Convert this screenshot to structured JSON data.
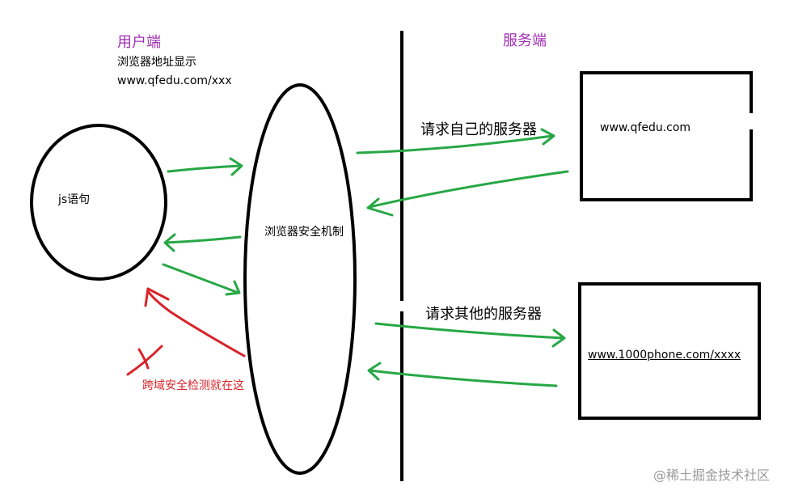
{
  "client": {
    "title": "用户端",
    "address_caption": "浏览器地址显示",
    "address_url": "www.qfedu.com/xxx",
    "js_label": "js语句"
  },
  "browser": {
    "label": "浏览器安全机制"
  },
  "server": {
    "title": "服务端",
    "own_request_label": "请求自己的服务器",
    "own_server_url": "www.qfedu.com",
    "other_request_label": "请求其他的服务器",
    "other_server_url": "www.1000phone.com/xxxx"
  },
  "annotation": {
    "cross_domain_note": "跨域安全检测就在这"
  },
  "watermark": "@稀土掘金技术社区",
  "colors": {
    "arrow_green": "#27a745",
    "annotation_red": "#d9232a",
    "heading_purple": "#a12fb4",
    "stroke_black": "#000000"
  }
}
